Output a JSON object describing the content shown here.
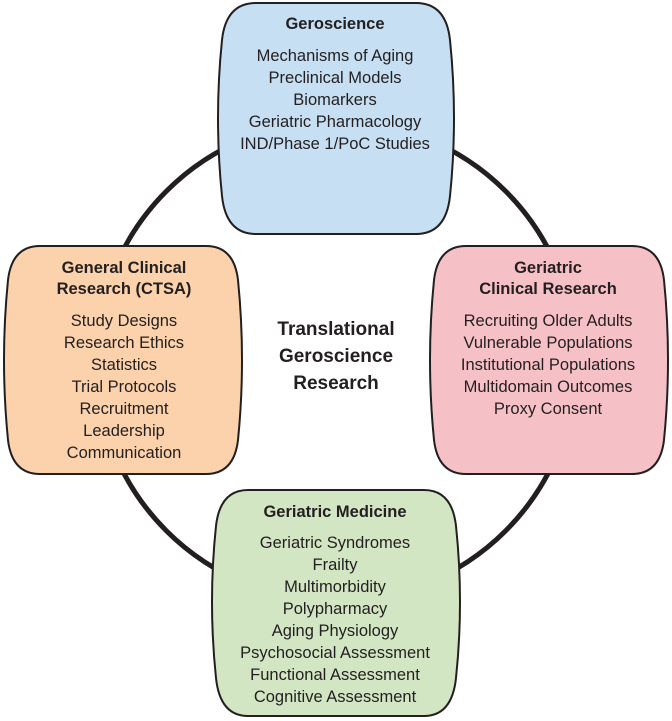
{
  "center": {
    "title_lines": [
      "Translational",
      "Geroscience",
      "Research"
    ]
  },
  "geroscience": {
    "title_lines": [
      "Geroscience"
    ],
    "items": [
      "Mechanisms of Aging",
      "Preclinical Models",
      "Biomarkers",
      "Geriatric Pharmacology",
      "IND/Phase 1/PoC Studies"
    ],
    "fill": "#c6dff3"
  },
  "general_clinical": {
    "title_lines": [
      "General Clinical",
      "Research (CTSA)"
    ],
    "items": [
      "Study Designs",
      "Research Ethics",
      "Statistics",
      "Trial Protocols",
      "Recruitment",
      "Leadership",
      "Communication"
    ],
    "fill": "#fbd2ab"
  },
  "geriatric_clinical": {
    "title_lines": [
      "Geriatric",
      "Clinical Research"
    ],
    "items": [
      "Recruiting Older Adults",
      "Vulnerable Populations",
      "Institutional Populations",
      "Multidomain Outcomes",
      "Proxy Consent"
    ],
    "fill": "#f6c1c6"
  },
  "geriatric_medicine": {
    "title_lines": [
      "Geriatric Medicine"
    ],
    "items": [
      "Geriatric Syndromes",
      "Frailty",
      "Multimorbidity",
      "Polypharmacy",
      "Aging Physiology",
      "Psychosocial Assessment",
      "Functional Assessment",
      "Cognitive Assessment"
    ],
    "fill": "#d3e6c3"
  },
  "colors": {
    "ring": "#231f20",
    "border": "#231f20",
    "text": "#231f20"
  }
}
